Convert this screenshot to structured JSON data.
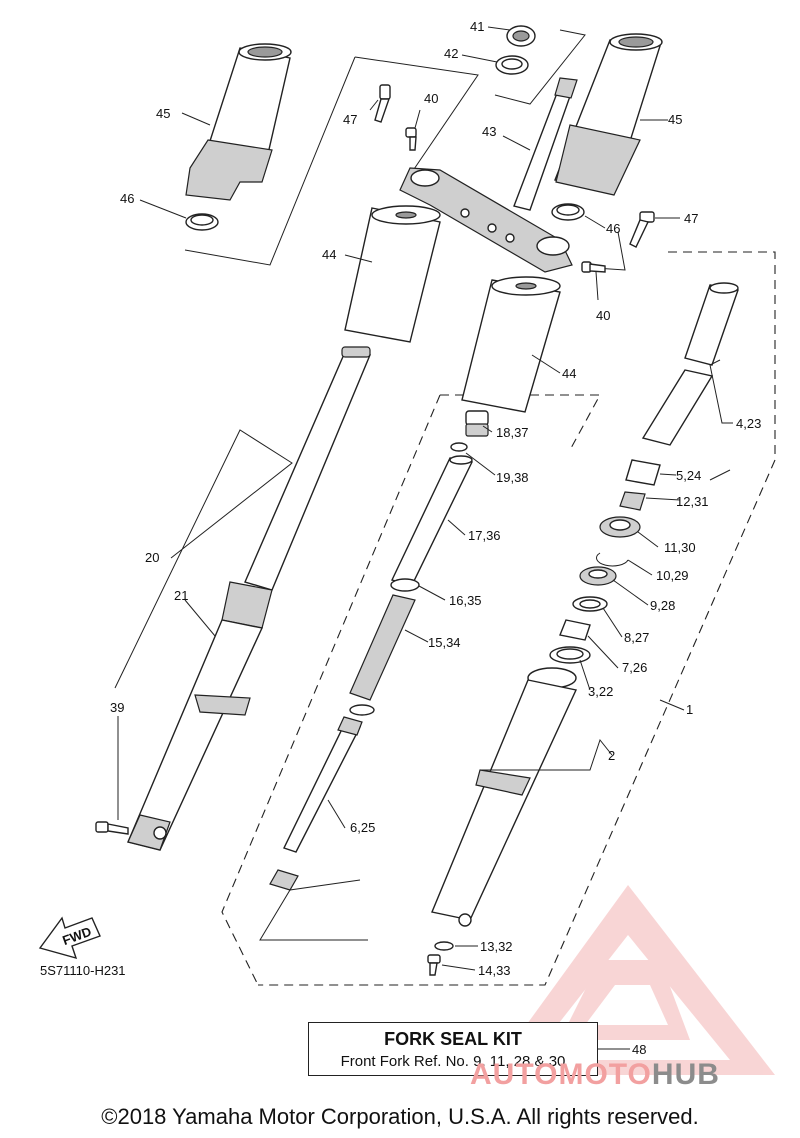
{
  "diagram": {
    "code": "5S71110-H231",
    "fwd_label": "FWD",
    "labels": {
      "l41": "41",
      "l42": "42",
      "l40a": "40",
      "l47a": "47",
      "l45a": "45",
      "l45b": "45",
      "l43": "43",
      "l46a": "46",
      "l46b": "46",
      "l47b": "47",
      "l44a": "44",
      "l40b": "40",
      "l44b": "44",
      "l4_23": "4,23",
      "l18_37": "18,37",
      "l5_24": "5,24",
      "l19_38": "19,38",
      "l12_31": "12,31",
      "l17_36": "17,36",
      "l11_30": "11,30",
      "l20": "20",
      "l10_29": "10,29",
      "l21": "21",
      "l16_35": "16,35",
      "l9_28": "9,28",
      "l8_27": "8,27",
      "l15_34": "15,34",
      "l7_26": "7,26",
      "l3_22": "3,22",
      "l39": "39",
      "l1": "1",
      "l2": "2",
      "l6_25": "6,25",
      "l13_32": "13,32",
      "l14_33": "14,33",
      "l48": "48"
    }
  },
  "kit": {
    "title": "FORK SEAL KIT",
    "subtitle": "Front Fork Ref. No. 9, 11, 28 & 30"
  },
  "watermark": {
    "part1": "AUTOMOTO",
    "part2": "HUB"
  },
  "copyright": "©2018 Yamaha Motor Corporation, U.S.A. All rights reserved.",
  "colors": {
    "watermark_red": "#f2a0a0",
    "watermark_gray": "#8c8c8c"
  }
}
